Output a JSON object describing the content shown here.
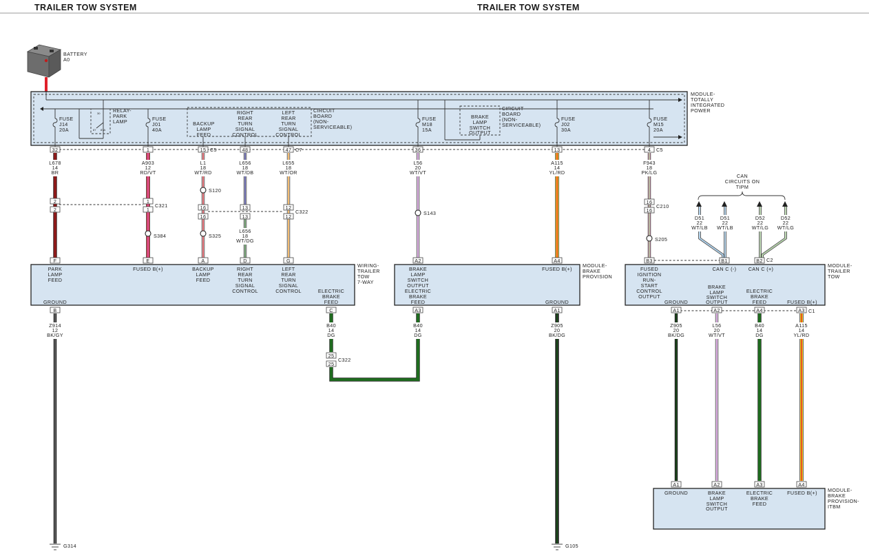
{
  "header": {
    "left_title": "TRAILER TOW SYSTEM",
    "center_title": "TRAILER TOW SYSTEM"
  },
  "battery": {
    "name": "BATTERY",
    "id": "A0"
  },
  "tipm": {
    "label": [
      "MODULE-",
      "TOTALLY",
      "INTEGRATED",
      "POWER"
    ],
    "relay": [
      "RELAY-",
      "PARK",
      "LAMP"
    ],
    "relay_pins": [
      "30",
      "87",
      "87A"
    ],
    "fuses": [
      {
        "lines": [
          "FUSE",
          "J14",
          "20A"
        ]
      },
      {
        "lines": [
          "FUSE",
          "J01",
          "40A"
        ]
      },
      {
        "lines": [
          "FUSE",
          "M18",
          "15A"
        ]
      },
      {
        "lines": [
          "FUSE",
          "J02",
          "30A"
        ]
      },
      {
        "lines": [
          "FUSE",
          "M15",
          "20A"
        ]
      }
    ],
    "board1_funcs": [
      {
        "lines": [
          "BACKUP",
          "LAMP",
          "FEED"
        ]
      },
      {
        "lines": [
          "RIGHT",
          "REAR",
          "TURN",
          "SIGNAL",
          "CONTROL"
        ]
      },
      {
        "lines": [
          "LEFT",
          "REAR",
          "TURN",
          "SIGNAL",
          "CONTROL"
        ]
      }
    ],
    "board1_label": [
      "CIRCUIT",
      "BOARD",
      "(NON-",
      "SERVICEABLE)"
    ],
    "board2_func": [
      "BRAKE",
      "LAMP",
      "SWITCH",
      "OUTPUT"
    ],
    "board2_label": [
      "CIRCUIT",
      "BOARD",
      "(NON-",
      "SERVICEABLE)"
    ]
  },
  "connectors": {
    "c5": "C5",
    "c7": "C7",
    "c5b": "C5",
    "c321": "C321",
    "c322": "C322",
    "c210": "C210",
    "c322b": "C322",
    "c1": "C1",
    "c2": "C2"
  },
  "pins": {
    "p32": "32",
    "p1": "1",
    "p15": "15",
    "p48": "48",
    "p47": "47",
    "p36": "36",
    "p13": "13",
    "p4": "4",
    "c321_2": "2",
    "c321_1": "1",
    "c322_16": "16",
    "c322_13": "13",
    "c322_12": "12",
    "c210_16": "16",
    "c322b_25": "25"
  },
  "wires": {
    "l678": [
      "L678",
      "14",
      "BR"
    ],
    "a903": [
      "A903",
      "12",
      "RD/VT"
    ],
    "l1": [
      "L1",
      "18",
      "WT/RD"
    ],
    "l656": [
      "L656",
      "18",
      "WT/DB"
    ],
    "l655": [
      "L655",
      "18",
      "WT/OR"
    ],
    "l656b": [
      "L656",
      "18",
      "WT/DG"
    ],
    "l56": [
      "L56",
      "20",
      "WT/VT"
    ],
    "a115": [
      "A115",
      "14",
      "YL/RD"
    ],
    "f943": [
      "F943",
      "18",
      "PK/LG"
    ],
    "z914": [
      "Z914",
      "12",
      "BK/GY"
    ],
    "b40a": [
      "B40",
      "14",
      "DG"
    ],
    "b40b": [
      "B40",
      "14",
      "DG"
    ],
    "z905": [
      "Z905",
      "20",
      "BK/DG"
    ],
    "z905b": [
      "Z905",
      "20",
      "BK/DG"
    ],
    "l56b": [
      "L56",
      "20",
      "WT/VT"
    ],
    "b40c": [
      "B40",
      "14",
      "DG"
    ],
    "a115b": [
      "A115",
      "14",
      "YL/RD"
    ],
    "d51a": [
      "D51",
      "22",
      "WT/LB"
    ],
    "d51b": [
      "D51",
      "22",
      "WT/LB"
    ],
    "d52a": [
      "D52",
      "22",
      "WT/LG"
    ],
    "d52b": [
      "D52",
      "22",
      "WT/LG"
    ]
  },
  "splices": {
    "s120": "S120",
    "s384": "S384",
    "s325": "S325",
    "s143": "S143",
    "s205": "S205"
  },
  "can_note": [
    "CAN",
    "CIRCUITS ON",
    "TIPM"
  ],
  "mod_trailer7": {
    "label": [
      "WIRING-",
      "TRAILER",
      "TOW",
      "7-WAY"
    ],
    "pins": [
      "F",
      "E",
      "A",
      "D",
      "G",
      "B",
      "C"
    ],
    "funcs": {
      "f": [
        "PARK",
        "LAMP",
        "FEED"
      ],
      "e": [
        "FUSED B(+)"
      ],
      "a": [
        "BACKUP",
        "LAMP",
        "FEED"
      ],
      "d": [
        "RIGHT",
        "REAR",
        "TURN",
        "SIGNAL",
        "CONTROL"
      ],
      "g": [
        "LEFT",
        "REAR",
        "TURN",
        "SIGNAL",
        "CONTROL"
      ],
      "b": [
        "GROUND"
      ],
      "c": [
        "ELECTRIC",
        "BRAKE",
        "FEED"
      ]
    }
  },
  "mod_bbp": {
    "label": [
      "MODULE-",
      "BRAKE",
      "PROVISION"
    ],
    "pins": [
      "A2",
      "A4",
      "A3",
      "A1"
    ],
    "funcs": {
      "a2": [
        "BRAKE",
        "LAMP",
        "SWITCH",
        "OUTPUT"
      ],
      "a4": [
        "FUSED B(+)"
      ],
      "a3": [
        "ELECTRIC",
        "BRAKE",
        "FEED"
      ],
      "a1": [
        "GROUND"
      ]
    }
  },
  "mod_ttm": {
    "label": [
      "MODULE-",
      "TRAILER",
      "TOW"
    ],
    "pins": [
      "B3",
      "B1",
      "B2",
      "A1",
      "A2",
      "A4",
      "A3"
    ],
    "funcs": {
      "b3": [
        "FUSED",
        "IGNITION",
        "RUN-",
        "START",
        "CONTROL",
        "OUTPUT"
      ],
      "b1": [
        "CAN C (-)"
      ],
      "b2": [
        "CAN C (+)"
      ],
      "a1": [
        "GROUND"
      ],
      "a2": [
        "BRAKE",
        "LAMP",
        "SWITCH",
        "OUTPUT"
      ],
      "a4": [
        "ELECTRIC",
        "BRAKE",
        "FEED"
      ],
      "a3": [
        "FUSED B(+)"
      ]
    }
  },
  "mod_itbm": {
    "label": [
      "MODULE-",
      "BRAKE",
      "PROVISION-",
      "ITBM"
    ],
    "pins": [
      "A1",
      "A2",
      "A3",
      "A4"
    ],
    "funcs": {
      "a1": [
        "GROUND"
      ],
      "a2": [
        "BRAKE",
        "LAMP",
        "SWITCH",
        "OUTPUT"
      ],
      "a3": [
        "ELECTRIC",
        "BRAKE",
        "FEED"
      ],
      "a4": [
        "FUSED B(+)"
      ]
    }
  },
  "grounds": {
    "g314": "G314",
    "g105": "G105"
  },
  "wire_colors": {
    "BR": "#8b1a1a",
    "RD": "#e0202a",
    "WT": "#f4f4f4",
    "DB": "#1a1a8c",
    "OR": "#f39a1e",
    "DG": "#1f6b1f",
    "VT": "#c978d6",
    "YL": "#f4d21e",
    "PK": "#e9a6c8",
    "LG": "#9cc98c",
    "BK": "#1a1a1a",
    "GY": "#9a9a9a",
    "LB": "#8fc2e8"
  }
}
